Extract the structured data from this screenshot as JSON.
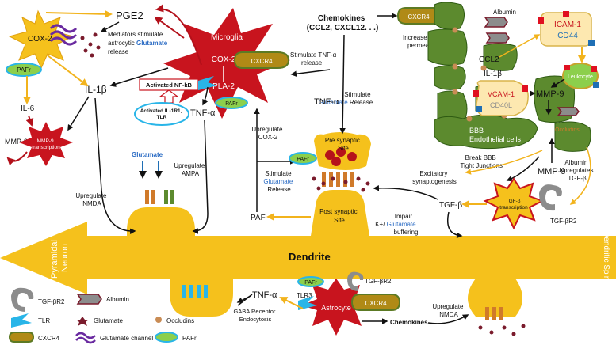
{
  "labels": {
    "pge2": "PGE2",
    "cox2_left": "COX-2",
    "pafr": "PAFr",
    "mediators_1": "Mediators stimulate",
    "mediators_2a": "astrocytic ",
    "mediators_2b": "Glutamate",
    "mediators_3": "release",
    "il1b_left": "IL-1β",
    "il6": "IL-6",
    "mmp9_left": "MMP-9",
    "mmp9_trans_1": "MMP-9",
    "mmp9_trans_2": "transcription",
    "microglia": "Microglia",
    "cox2_mid": "COX-2",
    "cxcr4": "CXCR4",
    "pla2": "PLA-2",
    "nfkb": "Activated NF-kB",
    "il1r1_1": "Activated IL-1R1,",
    "il1r1_2": "TLR",
    "tnfa_mid": "TNF-α",
    "glutamate_lbl": "Glutamate",
    "upreg_nmda_1": "Upregulate",
    "upreg_nmda_2": "NMDA",
    "upreg_ampa_1": "Upregulate",
    "upreg_ampa_2": "AMPA",
    "stim_tnf_1": "Stimulate  TNF-α",
    "stim_tnf_2": "release",
    "stim_glu_1": "Stimulate",
    "stim_glu_2": "Glutamate",
    "stim_glu_3": " Release",
    "tnfa_center": "TNF-α",
    "upreg_cox2_1": "Upregulate",
    "upreg_cox2_2": "COX-2",
    "stim_glu_rel_1": "Stimulate",
    "stim_glu_rel_2": "Glutamate",
    "stim_glu_rel_3": "Release",
    "paf": "PAF",
    "pre_syn_1": "Pre synaptic",
    "pre_syn_2": "Site",
    "post_syn_1": "Post synaptic",
    "post_syn_2": "Site",
    "chemokines_1": "Chemokines",
    "chemokines_2": "(CCL2, CXCL12. . .)",
    "increase_bbb_1": "Increase BBB",
    "increase_bbb_2": "permeability",
    "albumin_top": "Albumin",
    "icam1": "ICAM-1",
    "cd44": "CD44",
    "ccl2": "CCL2",
    "il1b_right": "IL-1β",
    "vcam1": "VCAM-1",
    "cd40l": "CD40L",
    "leukocyte": "Leukocyte",
    "mmp9_right": "MMP-9",
    "bbb_1": "BBB",
    "bbb_2": "Endothelial cells",
    "occludins_small": "Occludins",
    "break_bbb_1": "Break BBB",
    "break_bbb_2": "Tight Junctions",
    "excit_1": "Excitatory",
    "excit_2": "synaptogenesis",
    "mmp9_low": "MMP-9",
    "albumin_upreg_1": "Albumin",
    "albumin_upreg_2": "Upregulates",
    "albumin_upreg_3": "TGF-β",
    "tgfb": "TGF-β",
    "tgfb_trans_1": "TGF-β",
    "tgfb_trans_2": "transcription",
    "tgfbr2_right": "TGF-βR2",
    "impair_1": "Impair",
    "impair_2": "K+/",
    "impair_3": "Glutamate",
    "impair_4": "buffering",
    "dendrite": "Dendrite",
    "pyramidal_1": "Pyramidal",
    "pyramidal_2": "Neuron",
    "dendritic_spine": "Dendritic Spine",
    "tnfa_bottom": "TNF-α",
    "gaba_1": "GABA Receptor",
    "gaba_2": "Endocytosis",
    "pafr_bottom": "PAFr",
    "tgfbr2_bottom": "TGF-βR2",
    "tlr3": "TLR3",
    "astrocyte": "Astrocyte",
    "cxcr4_bottom": "CXCR4",
    "chemokines_bottom": "Chemokines",
    "upreg_nmda_b1": "Upregulate",
    "upreg_nmda_b2": "NMDA"
  },
  "legend": {
    "tgfbr2": "TGF-βR2",
    "albumin": "Albumin",
    "tlr": "TLR",
    "glutamate": "Glutamate",
    "occludins": "Occludins",
    "cxcr4": "CXCR4",
    "glutamate_channel": "Glutamate channel",
    "pafr": "PAFr"
  },
  "colors": {
    "gold": "#f5c11c",
    "red": "#c8141e",
    "darkred": "#8b0d13",
    "green": "#5c8a2e",
    "teal": "#29b5e8",
    "olive": "#b08a16",
    "purple": "#6a2aa0",
    "blue": "#1f6fb5",
    "maroon": "#7a1b2c",
    "glutamate_blue": "#2b6cc4"
  }
}
